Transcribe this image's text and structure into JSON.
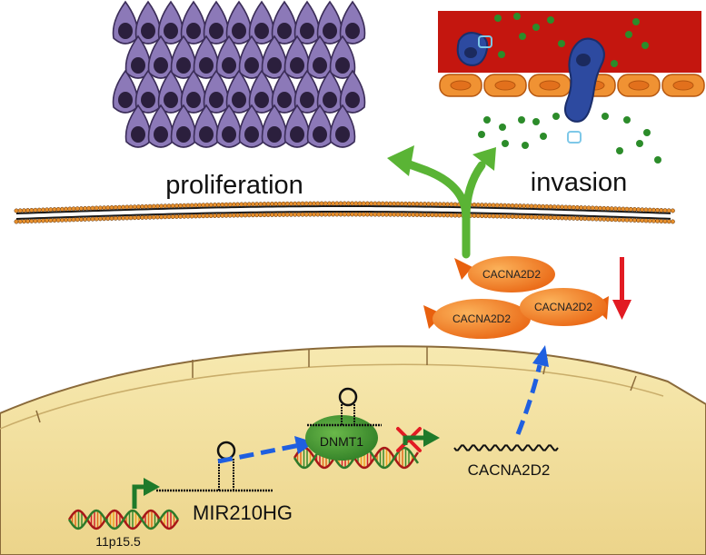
{
  "labels": {
    "proliferation": "proliferation",
    "invasion": "invasion",
    "cacna2d2_protein": "CACNA2D2",
    "locus": "11p15.5",
    "mir210hg": "MIR210HG",
    "dnmt1": "DNMT1",
    "cacna2d2_mrna": "CACNA2D2"
  },
  "colors": {
    "tumor_cell_fill": "#8c79b8",
    "tumor_cell_nucleus": "#2b1f3d",
    "membrane_head": "#e8912e",
    "membrane_tail": "#1a1a1a",
    "cytoplasm": "#f4e3a0",
    "green_arrow": "#5ab435",
    "blue_dashed_arrow": "#1f5fe0",
    "red_arrow": "#e21b23",
    "protein_fill": "#f07a1a",
    "vessel_red": "#c4160f",
    "endothelium": "#f09233",
    "invading_cell": "#2d4aa0"
  },
  "icons": [
    "promoter-arrow-icon",
    "inhibition-cross-icon",
    "down-arrow-icon"
  ]
}
